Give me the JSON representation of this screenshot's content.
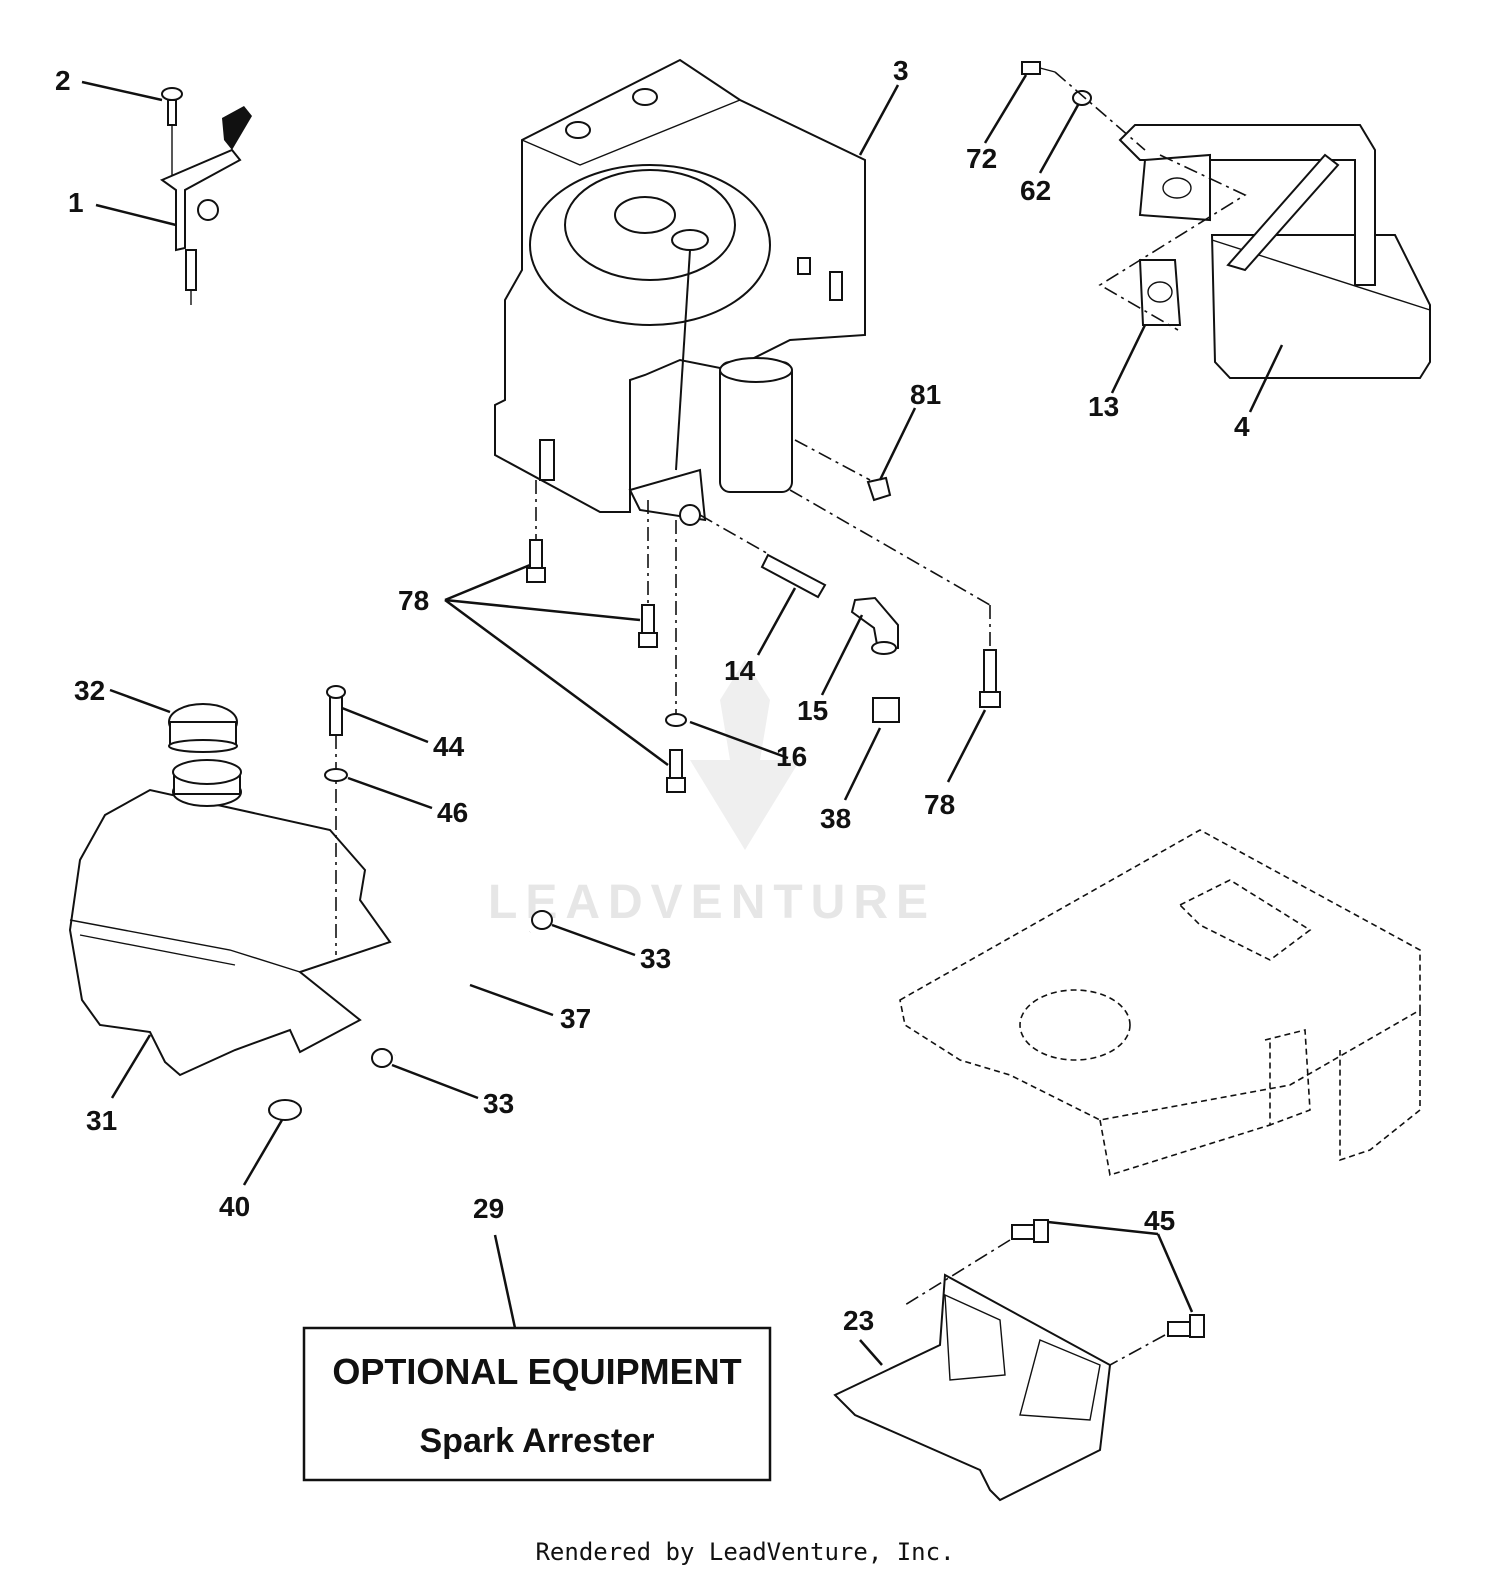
{
  "watermark": "LEADVENTURE",
  "optional_box": {
    "title": "OPTIONAL EQUIPMENT",
    "subtitle": "Spark Arrester"
  },
  "footer": "Rendered by LeadVenture, Inc.",
  "callouts": {
    "c1": "1",
    "c2": "2",
    "c3": "3",
    "c4": "4",
    "c13": "13",
    "c14": "14",
    "c15": "15",
    "c16": "16",
    "c23": "23",
    "c29": "29",
    "c31": "31",
    "c32": "32",
    "c33a": "33",
    "c33b": "33",
    "c37": "37",
    "c38": "38",
    "c40": "40",
    "c44": "44",
    "c45": "45",
    "c46": "46",
    "c62": "62",
    "c72": "72",
    "c78a": "78",
    "c78b": "78",
    "c81": "81"
  }
}
